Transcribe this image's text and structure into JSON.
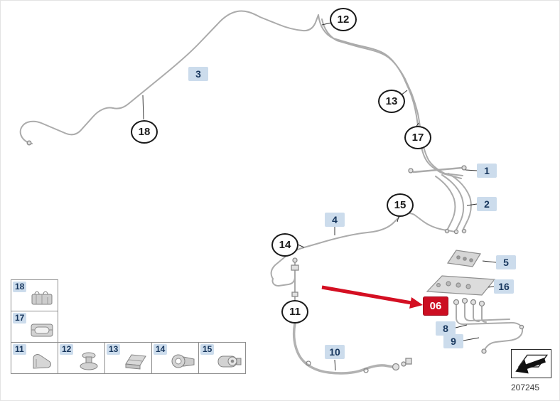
{
  "diagram": {
    "title": "brake-pipe-parts-diagram",
    "ref_number": "207245",
    "colors": {
      "pipe": "#ababab",
      "label_bg": "#ccdcec",
      "label_text": "#17365d",
      "highlight_bg": "#cc0e22",
      "highlight_text": "#ffffff",
      "arrow": "#d40f22"
    },
    "circled_callouts": [
      {
        "label": "12"
      },
      {
        "label": "18"
      },
      {
        "label": "13"
      },
      {
        "label": "17"
      },
      {
        "label": "15"
      },
      {
        "label": "14"
      },
      {
        "label": "11"
      }
    ],
    "part_labels": [
      {
        "label": "3"
      },
      {
        "label": "1"
      },
      {
        "label": "2"
      },
      {
        "label": "4"
      },
      {
        "label": "5"
      },
      {
        "label": "16"
      },
      {
        "label": "8"
      },
      {
        "label": "9"
      },
      {
        "label": "10"
      }
    ],
    "highlight_label": {
      "label": "06"
    },
    "legend": {
      "cells": [
        {
          "label": "18",
          "icon": "pipe-clip-icon"
        },
        {
          "label": "17",
          "icon": "block-clamp-icon"
        },
        {
          "label": "11",
          "icon": "spring-clip-icon"
        },
        {
          "label": "12",
          "icon": "grommet-icon"
        },
        {
          "label": "13",
          "icon": "sheet-clip-icon"
        },
        {
          "label": "14",
          "icon": "tube-clip-icon"
        },
        {
          "label": "15",
          "icon": "holder-clamp-icon"
        }
      ]
    },
    "direction_indicator": {
      "icon": "travel-direction-icon"
    }
  }
}
